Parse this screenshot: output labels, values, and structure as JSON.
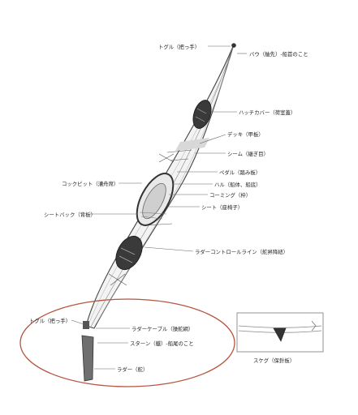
{
  "colors": {
    "hull": "#f3f3f3",
    "hull_stroke": "#444444",
    "hatch": "#3a3a3a",
    "leader": "#666666",
    "highlight_ellipse": "#b5553f",
    "rudder": "#6f6f6f"
  },
  "labels": {
    "toggle_bow": "トグル（把っ手）",
    "bow": "バウ（舳先）-船首のこと",
    "hatch_cover": "ハッチカバー（荷室蓋）",
    "deck": "デッキ（甲板）",
    "seam": "シーム（継ぎ目）",
    "pedal": "ペダル（踏み板）",
    "hull": "ハル（船体、船底）",
    "cockpit": "コックピット（漕舟席）",
    "coaming": "コーミング（枠）",
    "seat": "シート（座椅子）",
    "seatback": "シートバック（背板）",
    "rudder_control_line": "ラダーコントロールライン（舵昇降紐）",
    "toggle_stern": "トグル（把っ手）",
    "rudder_cable": "ラダーケーブル（操舵綱）",
    "stern": "スターン（艫）-船尾のこと",
    "rudder": "ラダー（舵）",
    "skeg": "スケグ（保針板）"
  }
}
